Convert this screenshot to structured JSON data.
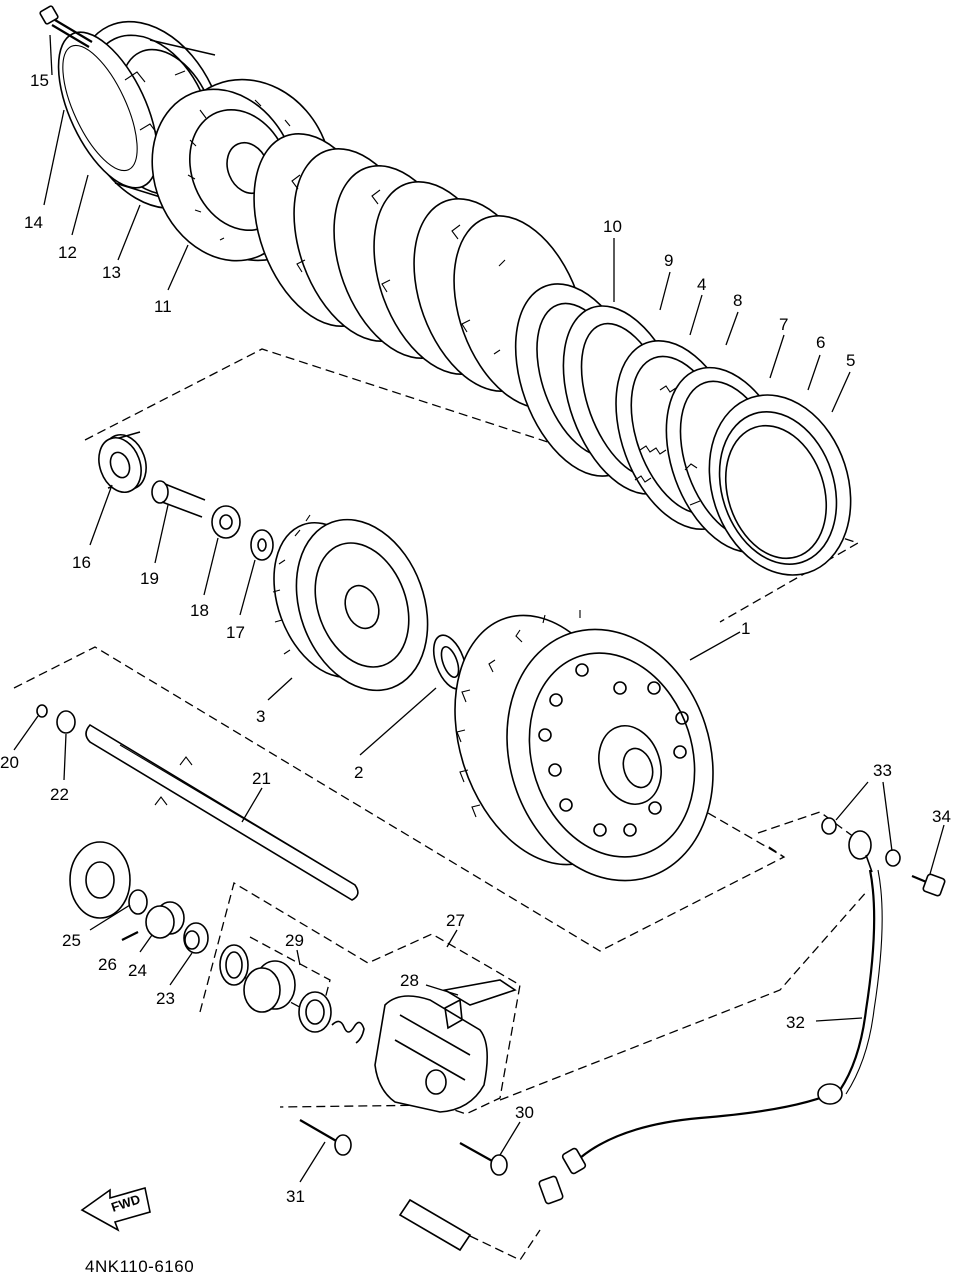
{
  "diagram": {
    "type": "exploded-parts-diagram",
    "part_code": "4NK110-6160",
    "fwd_label": "FWD",
    "line_color": "#000000",
    "background": "#ffffff",
    "callouts": [
      {
        "id": "c1",
        "label": "1"
      },
      {
        "id": "c2",
        "label": "2"
      },
      {
        "id": "c3",
        "label": "3"
      },
      {
        "id": "c4",
        "label": "4"
      },
      {
        "id": "c5",
        "label": "5"
      },
      {
        "id": "c6",
        "label": "6"
      },
      {
        "id": "c7",
        "label": "7"
      },
      {
        "id": "c8",
        "label": "8"
      },
      {
        "id": "c9",
        "label": "9"
      },
      {
        "id": "c10",
        "label": "10"
      },
      {
        "id": "c11",
        "label": "11"
      },
      {
        "id": "c12",
        "label": "12"
      },
      {
        "id": "c13",
        "label": "13"
      },
      {
        "id": "c14",
        "label": "14"
      },
      {
        "id": "c15",
        "label": "15"
      },
      {
        "id": "c16",
        "label": "16"
      },
      {
        "id": "c17",
        "label": "17"
      },
      {
        "id": "c18",
        "label": "18"
      },
      {
        "id": "c19",
        "label": "19"
      },
      {
        "id": "c20",
        "label": "20"
      },
      {
        "id": "c21",
        "label": "21"
      },
      {
        "id": "c22",
        "label": "22"
      },
      {
        "id": "c23",
        "label": "23"
      },
      {
        "id": "c24",
        "label": "24"
      },
      {
        "id": "c25",
        "label": "25"
      },
      {
        "id": "c26",
        "label": "26"
      },
      {
        "id": "c27",
        "label": "27"
      },
      {
        "id": "c28",
        "label": "28"
      },
      {
        "id": "c29",
        "label": "29"
      },
      {
        "id": "c30",
        "label": "30"
      },
      {
        "id": "c31",
        "label": "31"
      },
      {
        "id": "c32",
        "label": "32"
      },
      {
        "id": "c33",
        "label": "33"
      },
      {
        "id": "c34",
        "label": "34"
      }
    ]
  }
}
